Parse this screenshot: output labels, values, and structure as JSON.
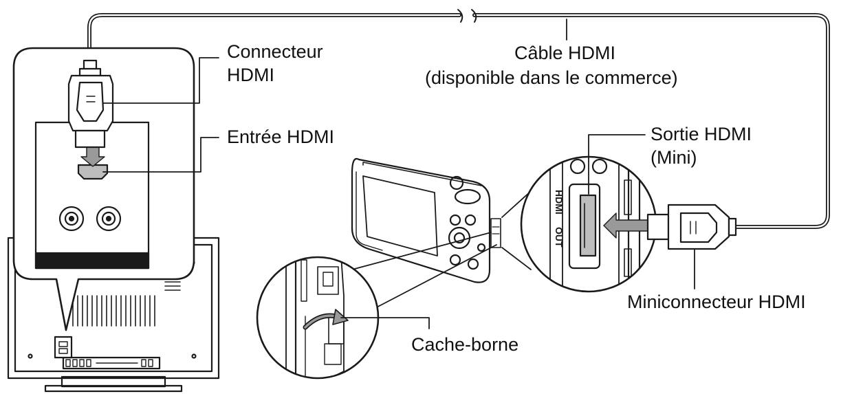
{
  "labels": {
    "connector_hdmi_line1": "Connecteur",
    "connector_hdmi_line2": "HDMI",
    "hdmi_input": "Entrée HDMI",
    "cable_line1": "Câble HDMI",
    "cable_line2": "(disponible dans le commerce)",
    "hdmi_output_line1": "Sortie HDMI",
    "hdmi_output_line2": "(Mini)",
    "mini_connector": "Miniconnecteur HDMI",
    "terminal_cover": "Cache-borne"
  },
  "port_markings": {
    "hdmi": "HDMI",
    "out": "OUT"
  },
  "colors": {
    "line": "#1a1a1a",
    "tv_panel": "#ffffff",
    "port_fill": "#bdbdbd",
    "arrow_fill": "#9a9a9a"
  }
}
